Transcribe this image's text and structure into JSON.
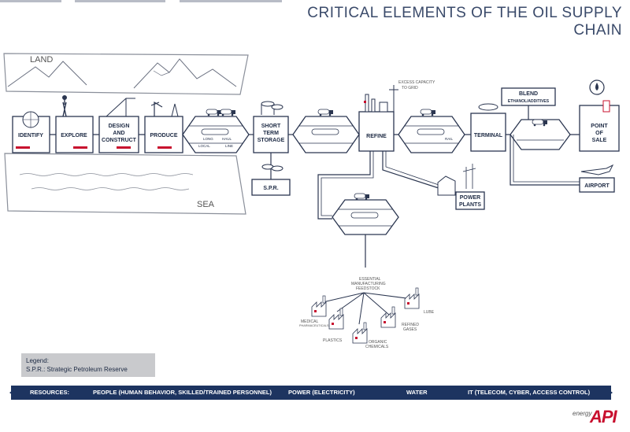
{
  "title": "CRITICAL ELEMENTS OF THE OIL SUPPLY CHAIN",
  "regions": {
    "land": "LAND",
    "sea": "SEA"
  },
  "stages": {
    "identify": "IDENTIFY",
    "explore": "EXPLORE",
    "design_1": "DESIGN",
    "design_2": "AND",
    "design_3": "CONSTRUCT",
    "produce": "PRODUCE",
    "storage_1": "SHORT",
    "storage_2": "TERM",
    "storage_3": "STORAGE",
    "spr": "S.P.R.",
    "refine": "REFINE",
    "terminal": "TERMINAL",
    "blend_1": "BLEND",
    "blend_2": "ETHANOL/ADDITIVES",
    "pos_1": "POINT",
    "pos_2": "OF",
    "pos_3": "SALE",
    "airport": "AIRPORT",
    "power_1": "POWER",
    "power_2": "PLANTS"
  },
  "transport_labels": {
    "long_1": "LONG",
    "haul": "HAUL",
    "local": "LOCAL",
    "line": "LINE",
    "rail": "RAIL"
  },
  "notes": {
    "excess_1": "EXCESS CAPACITY",
    "excess_2": "TO GRID",
    "feedstock_1": "ESSENTIAL",
    "feedstock_2": "MANUFACTURING",
    "feedstock_3": "FEEDSTOCK"
  },
  "products": {
    "medical_1": "MEDICAL",
    "medical_2": "PHARMACEUTICALS",
    "plastics": "PLASTICS",
    "organic_1": "ORGANIC",
    "organic_2": "CHEMICALS",
    "refined_1": "REFINED",
    "refined_2": "GASES",
    "lube": "LUBE"
  },
  "legend": {
    "heading": "Legend:",
    "entry": "S.P.R.: Strategic Petroleum Reserve"
  },
  "resources": {
    "label": "RESOURCES:",
    "people": "PEOPLE (HUMAN BEHAVIOR, SKILLED/TRAINED PERSONNEL)",
    "power": "POWER (ELECTRICITY)",
    "water": "WATER",
    "it": "IT (TELECOM, CYBER, ACCESS CONTROL)"
  },
  "logo": {
    "word": "energy",
    "mark": "API"
  },
  "colors": {
    "navy": "#1d3460",
    "line": "#2b3650",
    "accent": "#c8102e",
    "legend_bg": "#c9cacd"
  }
}
